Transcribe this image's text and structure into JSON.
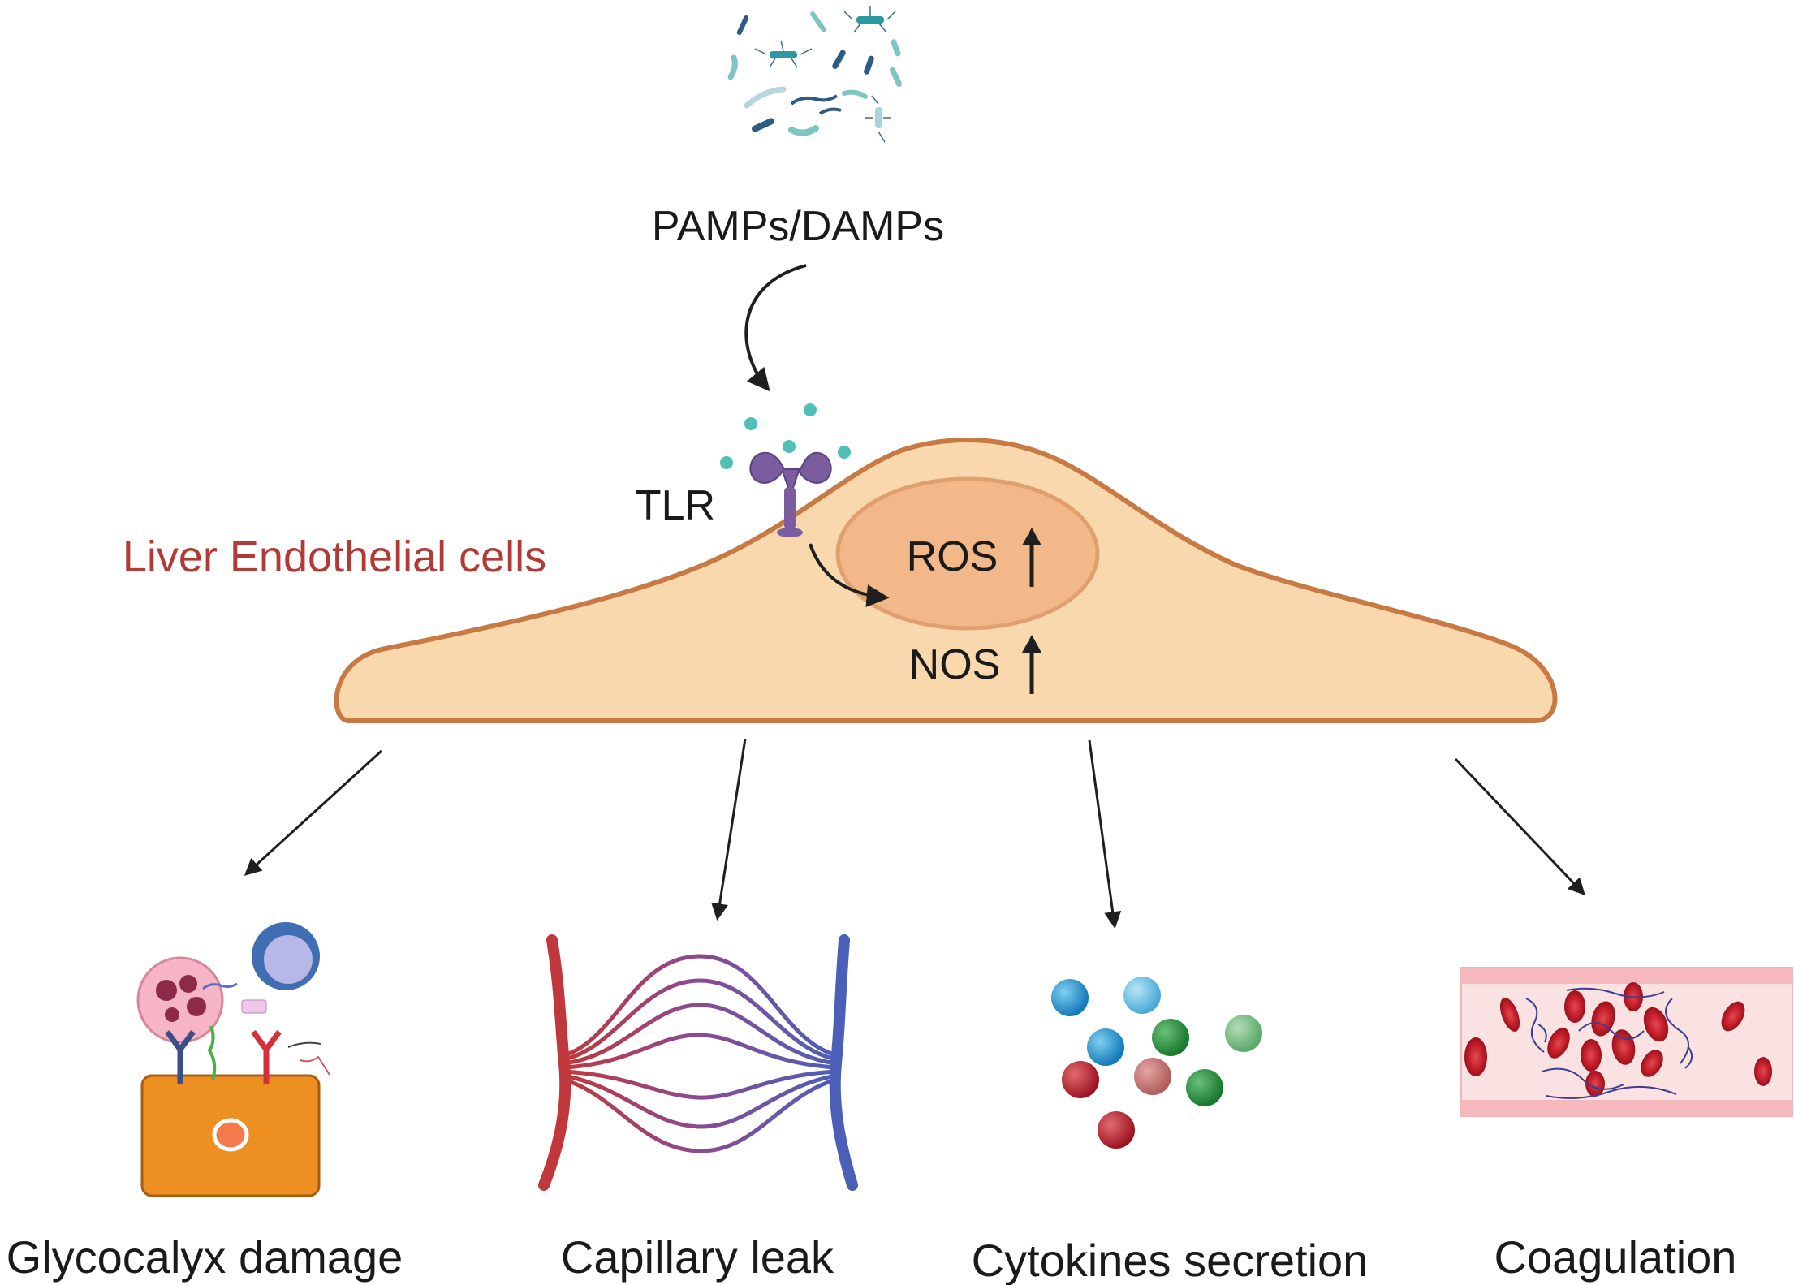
{
  "labels": {
    "pamps": "PAMPs/DAMPs",
    "tlr": "TLR",
    "cell": "Liver Endothelial cells",
    "ros": "ROS",
    "nos": "NOS"
  },
  "outcomes": [
    {
      "label": "Glycocalyx damage"
    },
    {
      "label": "Capillary leak"
    },
    {
      "label": "Cytokines secretion"
    },
    {
      "label": "Coagulation"
    }
  ],
  "colors": {
    "cell_fill": "#f9d8ae",
    "cell_stroke": "#c87a44",
    "nucleus_fill": "#f2b88a",
    "label_red": "#b23a36",
    "receptor": "#7b5c9f",
    "ligand": "#52bfb7"
  }
}
